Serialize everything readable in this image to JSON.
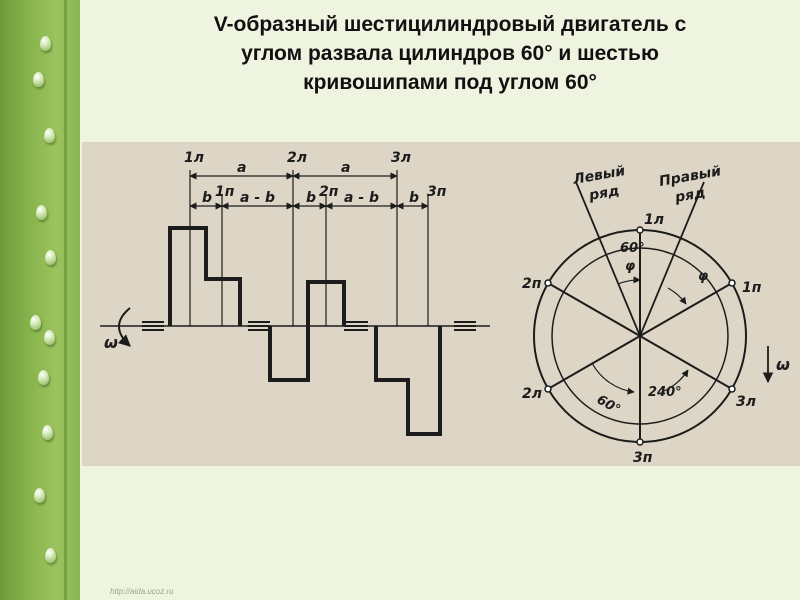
{
  "slide": {
    "title_lines": [
      "V-образный шестицилиндровый двигатель с",
      "углом  развала цилиндров 60° и шестью",
      "кривошипами под углом 60°"
    ],
    "watermark": "http://aida.ucoz.ru"
  },
  "diagram": {
    "crank_labels": [
      "1л",
      "2л",
      "3л"
    ],
    "pin_labels": [
      "1п",
      "2п",
      "3п"
    ],
    "dim_a": "a",
    "dim_b": "b",
    "dim_a_minus_b": "a - b",
    "omega": "ω",
    "left_row": [
      "Левый",
      "ряд"
    ],
    "right_row": [
      "Правый",
      "ряд"
    ],
    "angle_60": "60°",
    "angle_240": "240°",
    "phi": "φ",
    "circle_labels": {
      "top": "1л",
      "right_upper": "1п",
      "left_upper": "2п",
      "left_lower": "2л",
      "right_lower": "3л",
      "bottom": "3п"
    }
  },
  "colors": {
    "figure_bg": "#ddd6c6",
    "ink": "#1c1c1c",
    "border_green": "#86b34c"
  }
}
